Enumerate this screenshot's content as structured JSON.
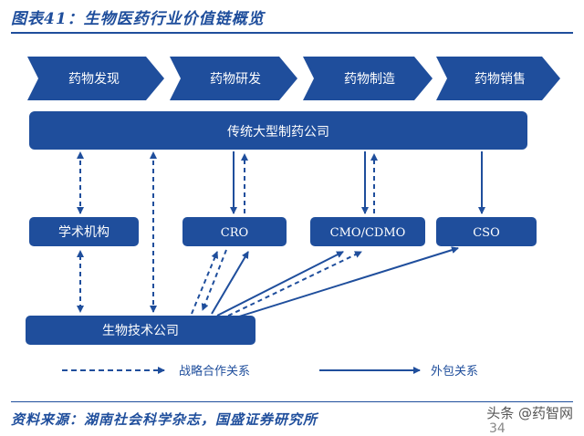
{
  "title": "图表41：生物医药行业价值链概览",
  "stages": [
    "药物发现",
    "药物研发",
    "药物制造",
    "药物销售"
  ],
  "nodes": {
    "big_pharma": "传统大型制药公司",
    "academia": "学术机构",
    "cro": "CRO",
    "cmo": "CMO/CDMO",
    "cso": "CSO",
    "biotech": "生物技术公司"
  },
  "legend": {
    "strategic": "战略合作关系",
    "outsourcing": "外包关系"
  },
  "source": "资料来源：湖南社会科学杂志，国盛证券研究所",
  "watermark": "头条 @药智网",
  "page_number": "34",
  "colors": {
    "primary": "#1f4e9c",
    "white": "#ffffff"
  }
}
